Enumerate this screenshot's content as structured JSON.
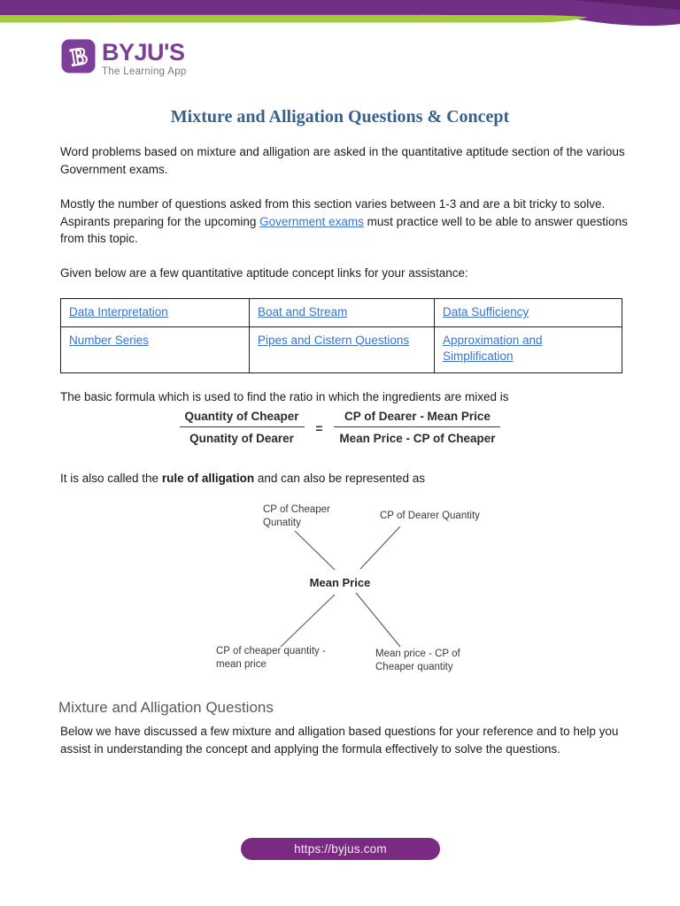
{
  "brand": {
    "wordmark": "BYJU'S",
    "tagline": "The Learning App",
    "letter": "B"
  },
  "page_title": "Mixture and Alligation Questions & Concept",
  "intro": {
    "p1": "Word problems based on mixture and alligation are asked in the quantitative aptitude section of the various Government exams.",
    "p2_before": "Mostly the number of questions asked from this section varies between 1-3 and are a bit tricky to solve. Aspirants preparing for the upcoming ",
    "p2_link": "Government exams",
    "p2_after": " must practice well to be able to answer questions from this topic.",
    "p3": "Given below are a few quantitative aptitude concept links for your assistance:"
  },
  "links_table": {
    "rows": [
      [
        "Data Interpretation",
        "Boat and Stream",
        "Data Sufficiency"
      ],
      [
        "Number Series",
        "Pipes and Cistern Questions",
        "Approximation and Simplification"
      ]
    ]
  },
  "formula_intro": "The basic formula which is used to find the ratio in which the ingredients are mixed is",
  "formula": {
    "left_num": "Quantity of Cheaper",
    "left_den": "Qunatity of Dearer",
    "equals": "=",
    "right_num": "CP of Dearer - Mean Price",
    "right_den": "Mean Price - CP of Cheaper"
  },
  "rule_line": {
    "before": "It is also called the ",
    "bold": "rule of alligation",
    "after": " and can also be represented as"
  },
  "diagram": {
    "top_left": "CP of Cheaper\nQunatity",
    "top_right": "CP of Dearer Quantity",
    "center": "Mean Price",
    "bottom_left": "CP of cheaper quantity -\nmean price",
    "bottom_right": "Mean price - CP of\nCheaper quantity"
  },
  "section": {
    "heading": "Mixture and Alligation Questions",
    "body": "Below we have discussed a few mixture and alligation based questions for your reference and to help you assist in understanding the concept and applying the formula effectively to solve the questions."
  },
  "footer": {
    "url": "https://byjus.com"
  },
  "colors": {
    "brand_purple": "#7d3e98",
    "band_purple": "#722f86",
    "band_purple_dark": "#5b2269",
    "band_green": "#a3cb39",
    "title_blue": "#36618f",
    "link_blue": "#3a72cc",
    "footer_purple": "#7b2a82"
  }
}
